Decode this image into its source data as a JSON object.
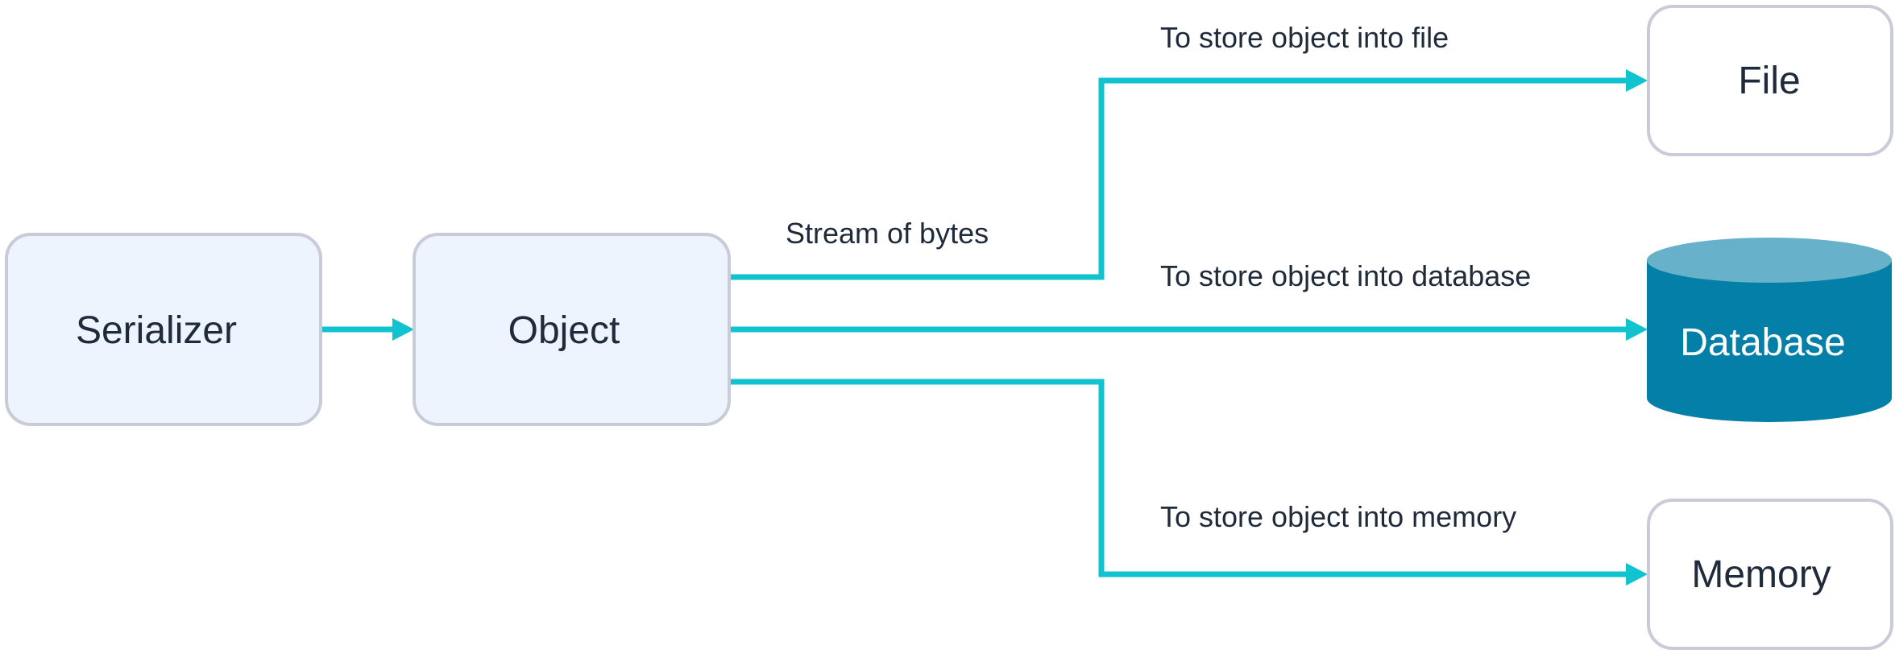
{
  "colors": {
    "edge": "#10c3cf",
    "box_fill_light": "#eef4fe",
    "box_fill_white": "#ffffff",
    "box_stroke": "#c9cbd9",
    "db_body": "#047fa7",
    "db_top": "#68b1ca",
    "text": "#1f2a3a",
    "db_text": "#ffffff"
  },
  "nodes": {
    "serializer": "Serializer",
    "object": "Object",
    "file": "File",
    "database": "Database",
    "memory": "Memory"
  },
  "edges": {
    "stream": "Stream of bytes",
    "to_file": "To store object into file",
    "to_database": "To store object into database",
    "to_memory": "To store object into memory"
  }
}
